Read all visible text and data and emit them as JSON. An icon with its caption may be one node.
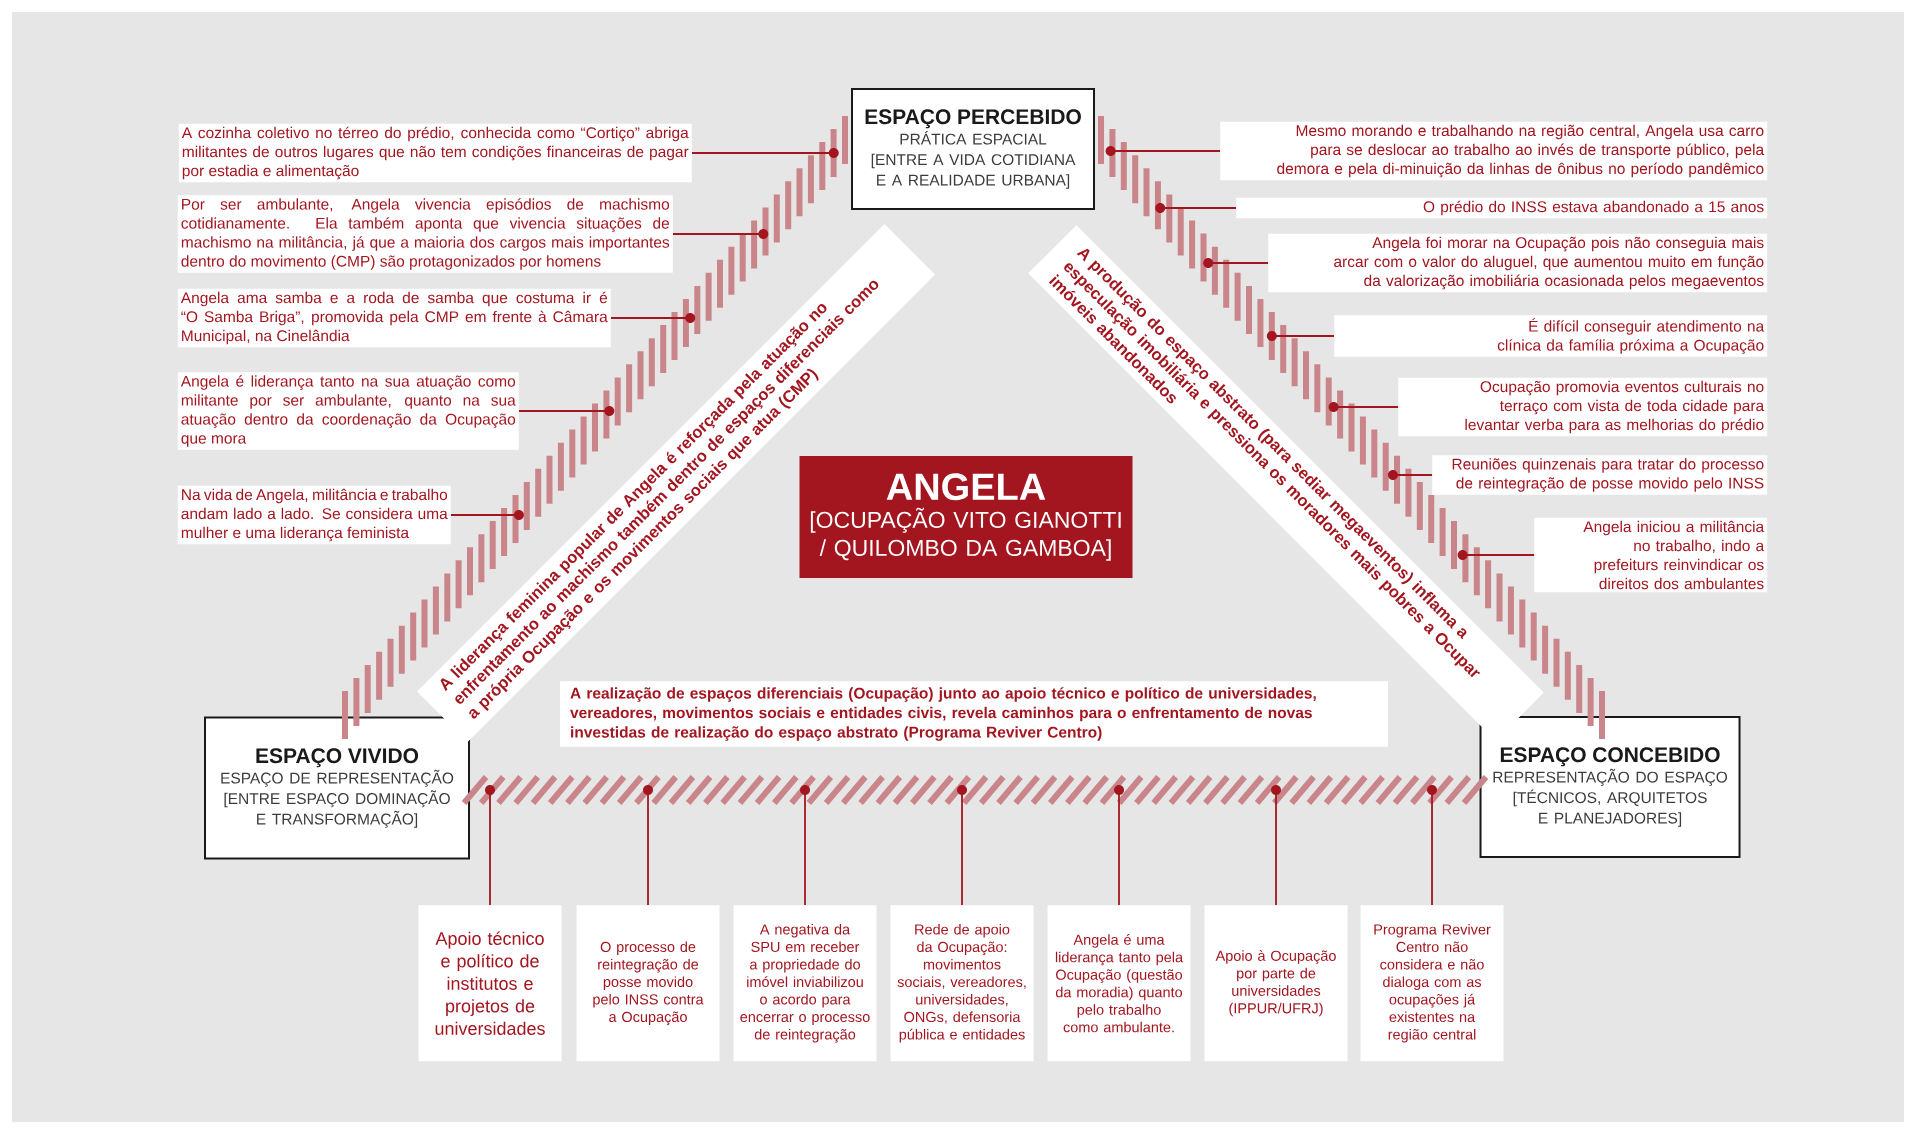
{
  "diagram": {
    "nodes": [
      {
        "text": [
          "ESPAÇO PERCEBIDO",
          "PRÁTICA ESPACIAL",
          "[ENTRE A VIDA COTIDIANA E A REALIDADE URBANA]"
        ]
      },
      {
        "text": [
          "ESPAÇO VIVIDO",
          "ESPAÇO DE REPRESENTAÇÃO",
          "[ENTRE ESPAÇO DOMINAÇÃO E TRANSFORMAÇÃO]"
        ]
      },
      {
        "text": [
          "ESPAÇO CONCEBIDO",
          "REPRESENTAÇÃO DO ESPAÇO",
          "[TÉCNICOS, ARQUITETOS E PLANEJADORES]"
        ]
      },
      {
        "text": [
          "ANGELA",
          "[OCUPAÇÃO VITO GIANOTTI / QUILOMBO DA GAMBOA]"
        ]
      },
      {
        "text": [],
        "shape": "bar"
      },
      {
        "text": [],
        "shape": "bar"
      },
      {
        "text": [],
        "shape": "bar"
      },
      {
        "text": [
          "A liderança feminina popular de Angela é reforçada pela atuação no enfrentamento ao machismo também dentro de espaços diferenciais como a própria Ocupação e os movimentos sociais que atua (CMP)"
        ]
      },
      {
        "text": [
          "A produção do espaço abstrato (para sediar megaeventos) inflama a especulação imobiliária e pressiona os moradores mais pobres a Ocupar imóveis abandonados"
        ]
      },
      {
        "text": [
          "A realização de espaços diferenciais (Ocupação) junto ao apoio técnico e político de universidades, vereadores, movimentos sociais e entidades civis, revela caminhos para o enfrentamento de novas investidas de realização do espaço abstrato (Programa Reviver Centro)"
        ]
      },
      {
        "text": [
          "A cozinha coletivo no térreo do prédio, conhecida como “Cortiço” abriga militantes de outros lugares que não tem condições financeiras de pagar por estadia e alimentação"
        ]
      },
      {
        "text": [
          "Por ser ambulante, Angela vivencia episódios de machismo cotidianamente. Ela também aponta que vivencia situações de machismo na militância, já que a maioria dos cargos mais importantes dentro do movimento (CMP) são protagonizados por homens"
        ]
      },
      {
        "text": [
          "Angela ama samba e a roda de samba que costuma ir é “O Samba Briga”, promovida pela CMP em frente à Câmara Municipal, na Cinelândia"
        ]
      },
      {
        "text": [
          "Angela é liderança tanto na sua atuação como militante por ser ambulante, quanto na sua atuação dentro da coordenação da Ocupação que mora"
        ]
      },
      {
        "text": [
          "Na vida de Angela, militância e trabalho andam lado a lado. Se considera uma mulher e uma liderança feminista"
        ]
      },
      {
        "text": [
          "Mesmo morando e trabalhando na região central, Angela usa carro para se deslocar ao trabalho ao invés de transporte público, pela demora e pela di-minuição da linhas de ônibus no período pandêmico"
        ]
      },
      {
        "text": [
          "O prédio do INSS estava abandonado a 15 anos"
        ]
      },
      {
        "text": [
          "Angela foi morar na Ocupação pois não conseguia mais arcar com o valor do aluguel, que aumentou muito em função da valorização imobiliária ocasionada pelos megaeventos"
        ]
      },
      {
        "text": [
          "É difícil conseguir atendimento na clínica da família próxima a Ocupação"
        ]
      },
      {
        "text": [
          "Ocupação promovia eventos culturais no terraço com vista de toda cidade para levantar verba para as melhorias do prédio"
        ]
      },
      {
        "text": [
          "Reuniões quinzenais para tratar do processo de reintegração de posse movido pelo INSS"
        ]
      },
      {
        "text": [
          "Angela iniciou a militância no trabalho, indo a prefeiturs reinvindicar os direitos dos ambulantes"
        ]
      },
      {
        "text": [
          "Apoio técnico e político de institutos e projetos de universidades"
        ]
      },
      {
        "text": [
          "O processo de reintegração de posse movido pelo INSS contra a Ocupação"
        ]
      },
      {
        "text": [
          "A negativa da SPU em receber a propriedade do imóvel inviabilizou o acordo para encerrar o processo de reintegração"
        ]
      },
      {
        "text": [
          "Rede de apoio da Ocupação: movimentos sociais, vereadores, universidades, ONGs, defensoria pública e entidades"
        ]
      },
      {
        "text": [
          "Angela é uma liderança tanto pela Ocupação (questão da moradia) quanto pelo trabalho como ambulante."
        ]
      },
      {
        "text": [
          "Apoio à Ocupação por parte de universidades (IPPUR/UFRJ)"
        ]
      },
      {
        "text": [
          "Programa Reviver Centro não considera e não dialoga com as ocupações já existentes na região central"
        ]
      }
    ],
    "edges": [
      {
        "from": 10,
        "to": 4,
        "arrow": "none"
      },
      {
        "from": 11,
        "to": 4,
        "arrow": "none"
      },
      {
        "from": 12,
        "to": 4,
        "arrow": "none"
      },
      {
        "from": 13,
        "to": 4,
        "arrow": "none"
      },
      {
        "from": 14,
        "to": 4,
        "arrow": "none"
      },
      {
        "from": 15,
        "to": 5,
        "arrow": "none"
      },
      {
        "from": 16,
        "to": 5,
        "arrow": "none"
      },
      {
        "from": 17,
        "to": 5,
        "arrow": "none"
      },
      {
        "from": 18,
        "to": 5,
        "arrow": "none"
      },
      {
        "from": 19,
        "to": 5,
        "arrow": "none"
      },
      {
        "from": 20,
        "to": 5,
        "arrow": "none"
      },
      {
        "from": 21,
        "to": 5,
        "arrow": "none"
      },
      {
        "from": 22,
        "to": 6,
        "arrow": "none"
      },
      {
        "from": 23,
        "to": 6,
        "arrow": "none"
      },
      {
        "from": 24,
        "to": 6,
        "arrow": "none"
      },
      {
        "from": 25,
        "to": 6,
        "arrow": "none"
      },
      {
        "from": 26,
        "to": 6,
        "arrow": "none"
      },
      {
        "from": 27,
        "to": 6,
        "arrow": "none"
      },
      {
        "from": 28,
        "to": 6,
        "arrow": "none"
      }
    ]
  }
}
